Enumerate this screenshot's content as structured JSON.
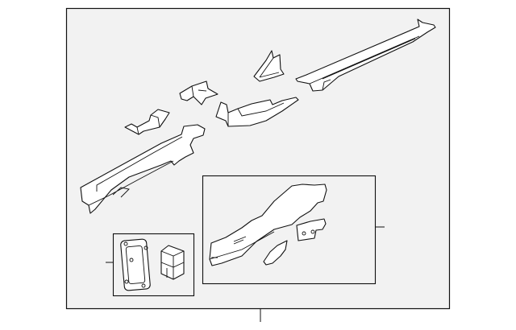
{
  "diagram": {
    "colors": {
      "background": "#ffffff",
      "panel": "#f2f2f2",
      "line": "#111111"
    },
    "parts": [
      "front-rail-left",
      "bracket-small",
      "bracket-upper",
      "gusset",
      "rail-extension",
      "rocker-reinforcement",
      "rail-assembly-inset",
      "mount-bracket",
      "reinforcement-plate",
      "mount-plate",
      "spacer-block"
    ]
  }
}
